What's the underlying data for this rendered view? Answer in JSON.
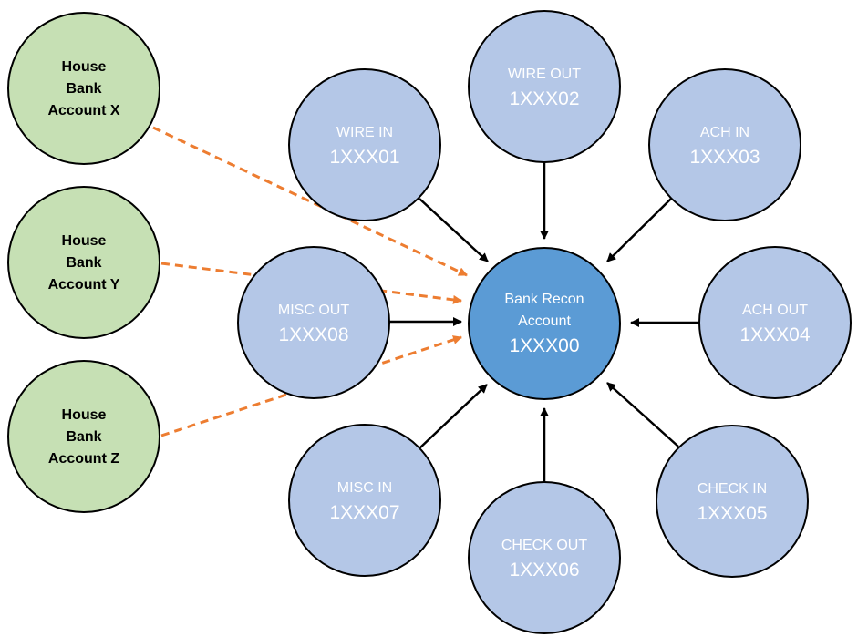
{
  "colors": {
    "house_fill": "#C6E0B4",
    "account_fill": "#B4C7E7",
    "center_fill": "#5B9BD5",
    "stroke": "#000000",
    "link_dashed": "#ED7D31",
    "arrow_solid": "#000000"
  },
  "house_accounts": [
    {
      "id": "house-x",
      "lines": [
        "House",
        "Bank",
        "Account X"
      ]
    },
    {
      "id": "house-y",
      "lines": [
        "House",
        "Bank",
        "Account Y"
      ]
    },
    {
      "id": "house-z",
      "lines": [
        "House",
        "Bank",
        "Account Z"
      ]
    }
  ],
  "center": {
    "id": "bank-recon",
    "lines": [
      "Bank Recon",
      "Account"
    ],
    "code": "1XXX00"
  },
  "accounts": [
    {
      "id": "wire-in",
      "label": "WIRE IN",
      "code": "1XXX01"
    },
    {
      "id": "wire-out",
      "label": "WIRE OUT",
      "code": "1XXX02"
    },
    {
      "id": "ach-in",
      "label": "ACH IN",
      "code": "1XXX03"
    },
    {
      "id": "ach-out",
      "label": "ACH OUT",
      "code": "1XXX04"
    },
    {
      "id": "check-in",
      "label": "CHECK IN",
      "code": "1XXX05"
    },
    {
      "id": "check-out",
      "label": "CHECK OUT",
      "code": "1XXX06"
    },
    {
      "id": "misc-in",
      "label": "MISC IN",
      "code": "1XXX07"
    },
    {
      "id": "misc-out",
      "label": "MISC OUT",
      "code": "1XXX08"
    }
  ],
  "links": [
    {
      "from": "house-x",
      "to": "bank-recon",
      "style": "dashed"
    },
    {
      "from": "house-y",
      "to": "bank-recon",
      "style": "dashed"
    },
    {
      "from": "house-z",
      "to": "bank-recon",
      "style": "dashed"
    },
    {
      "from": "wire-in",
      "to": "bank-recon",
      "style": "solid"
    },
    {
      "from": "wire-out",
      "to": "bank-recon",
      "style": "solid"
    },
    {
      "from": "ach-in",
      "to": "bank-recon",
      "style": "solid"
    },
    {
      "from": "ach-out",
      "to": "bank-recon",
      "style": "solid"
    },
    {
      "from": "check-in",
      "to": "bank-recon",
      "style": "solid"
    },
    {
      "from": "check-out",
      "to": "bank-recon",
      "style": "solid"
    },
    {
      "from": "misc-in",
      "to": "bank-recon",
      "style": "solid"
    },
    {
      "from": "misc-out",
      "to": "bank-recon",
      "style": "solid"
    }
  ]
}
